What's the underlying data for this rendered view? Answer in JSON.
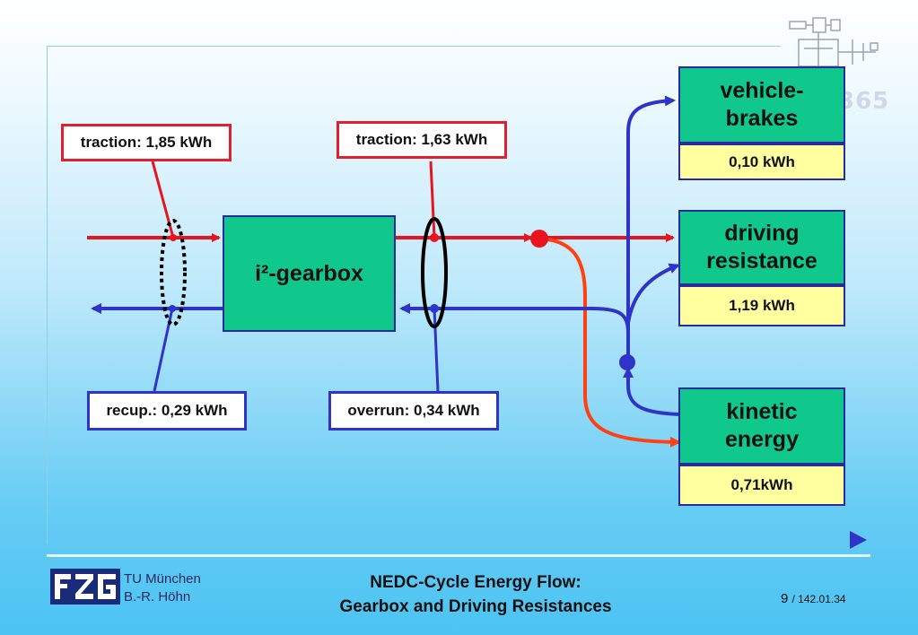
{
  "labels": {
    "traction_in": "traction: 1,85 kWh",
    "traction_out": "traction: 1,63 kWh",
    "recup": "recup.: 0,29 kWh",
    "overrun": "overrun: 0,34 kWh"
  },
  "gearbox": {
    "label": "i²-gearbox"
  },
  "sinks": [
    {
      "name": "vehicle-\nbrakes",
      "value": "0,10 kWh"
    },
    {
      "name": "driving\nresistance",
      "value": "1,19 kWh"
    },
    {
      "name": "kinetic\nenergy",
      "value": "0,71kWh"
    }
  ],
  "colors": {
    "traction": "#e8141e",
    "recuperation": "#2f33c7",
    "kinetic_flow": "#ff4010",
    "box_green": "#10c88c",
    "box_yellow": "#ffffa0"
  },
  "footer": {
    "org_line1": "TU München",
    "org_line2": "B.-R. Höhn",
    "title_line1": "NEDC-Cycle Energy Flow:",
    "title_line2": "Gearbox and Driving Resistances",
    "page": "9",
    "page_suffix": "/ 142.01.34"
  },
  "decoration": {
    "number": "365"
  },
  "icons": {
    "logo": "fzg-logo",
    "circuit": "circuit-icon",
    "next": "next-arrow-icon"
  }
}
